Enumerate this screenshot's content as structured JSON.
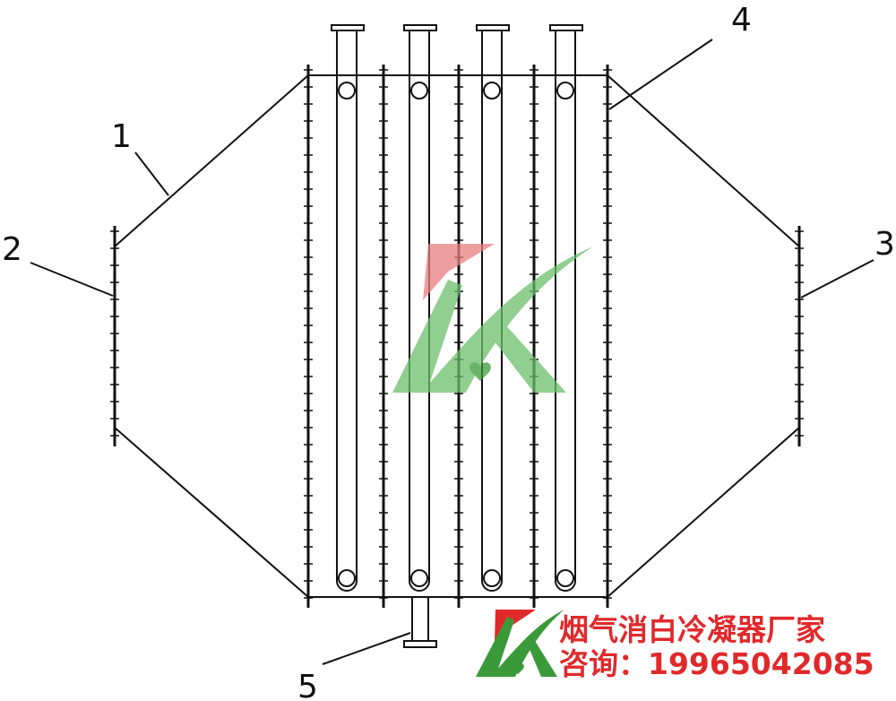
{
  "diagram": {
    "labels": {
      "part1": "1",
      "part2": "2",
      "part3": "3",
      "part4": "4",
      "part5": "5"
    }
  },
  "watermark": {
    "line1": "烟气消白冷凝器厂家",
    "line2": "咨询：19965042085"
  },
  "colors": {
    "stroke": "#111111",
    "logo_red": "#e0292b",
    "logo_green": "#3a9a3a",
    "text_red": "#e0292b"
  }
}
